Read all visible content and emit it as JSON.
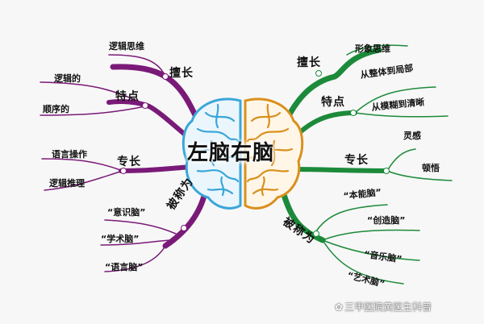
{
  "center_label": "左脑右脑",
  "colors": {
    "left": "#7a1a78",
    "right": "#1c8a3a",
    "left_brain": "#3aa6d9",
    "right_brain": "#d9901c"
  },
  "left": {
    "branches": [
      {
        "label": "擅长",
        "leaves": [
          "逻辑思维"
        ]
      },
      {
        "label": "特点",
        "leaves": [
          "逻辑的",
          "顺序的"
        ]
      },
      {
        "label": "专长",
        "leaves": [
          "语言操作",
          "逻辑推理"
        ]
      },
      {
        "label": "被称为",
        "leaves": [
          "“意识脑”",
          "“学术脑”",
          "“语言脑”"
        ]
      }
    ]
  },
  "right": {
    "branches": [
      {
        "label": "擅长",
        "leaves": [
          "形象思维"
        ]
      },
      {
        "label": "特点",
        "leaves": [
          "从整体到局部",
          "从模糊到清晰"
        ]
      },
      {
        "label": "专长",
        "leaves": [
          "灵感",
          "顿悟"
        ]
      },
      {
        "label": "被称为",
        "leaves": [
          "“本能脑”",
          "“创造脑”",
          "“音乐脑”",
          "“艺术脑”"
        ]
      }
    ]
  },
  "watermark": {
    "icon": "watermark-logo-icon",
    "text": "三甲医院黄医生科普"
  }
}
